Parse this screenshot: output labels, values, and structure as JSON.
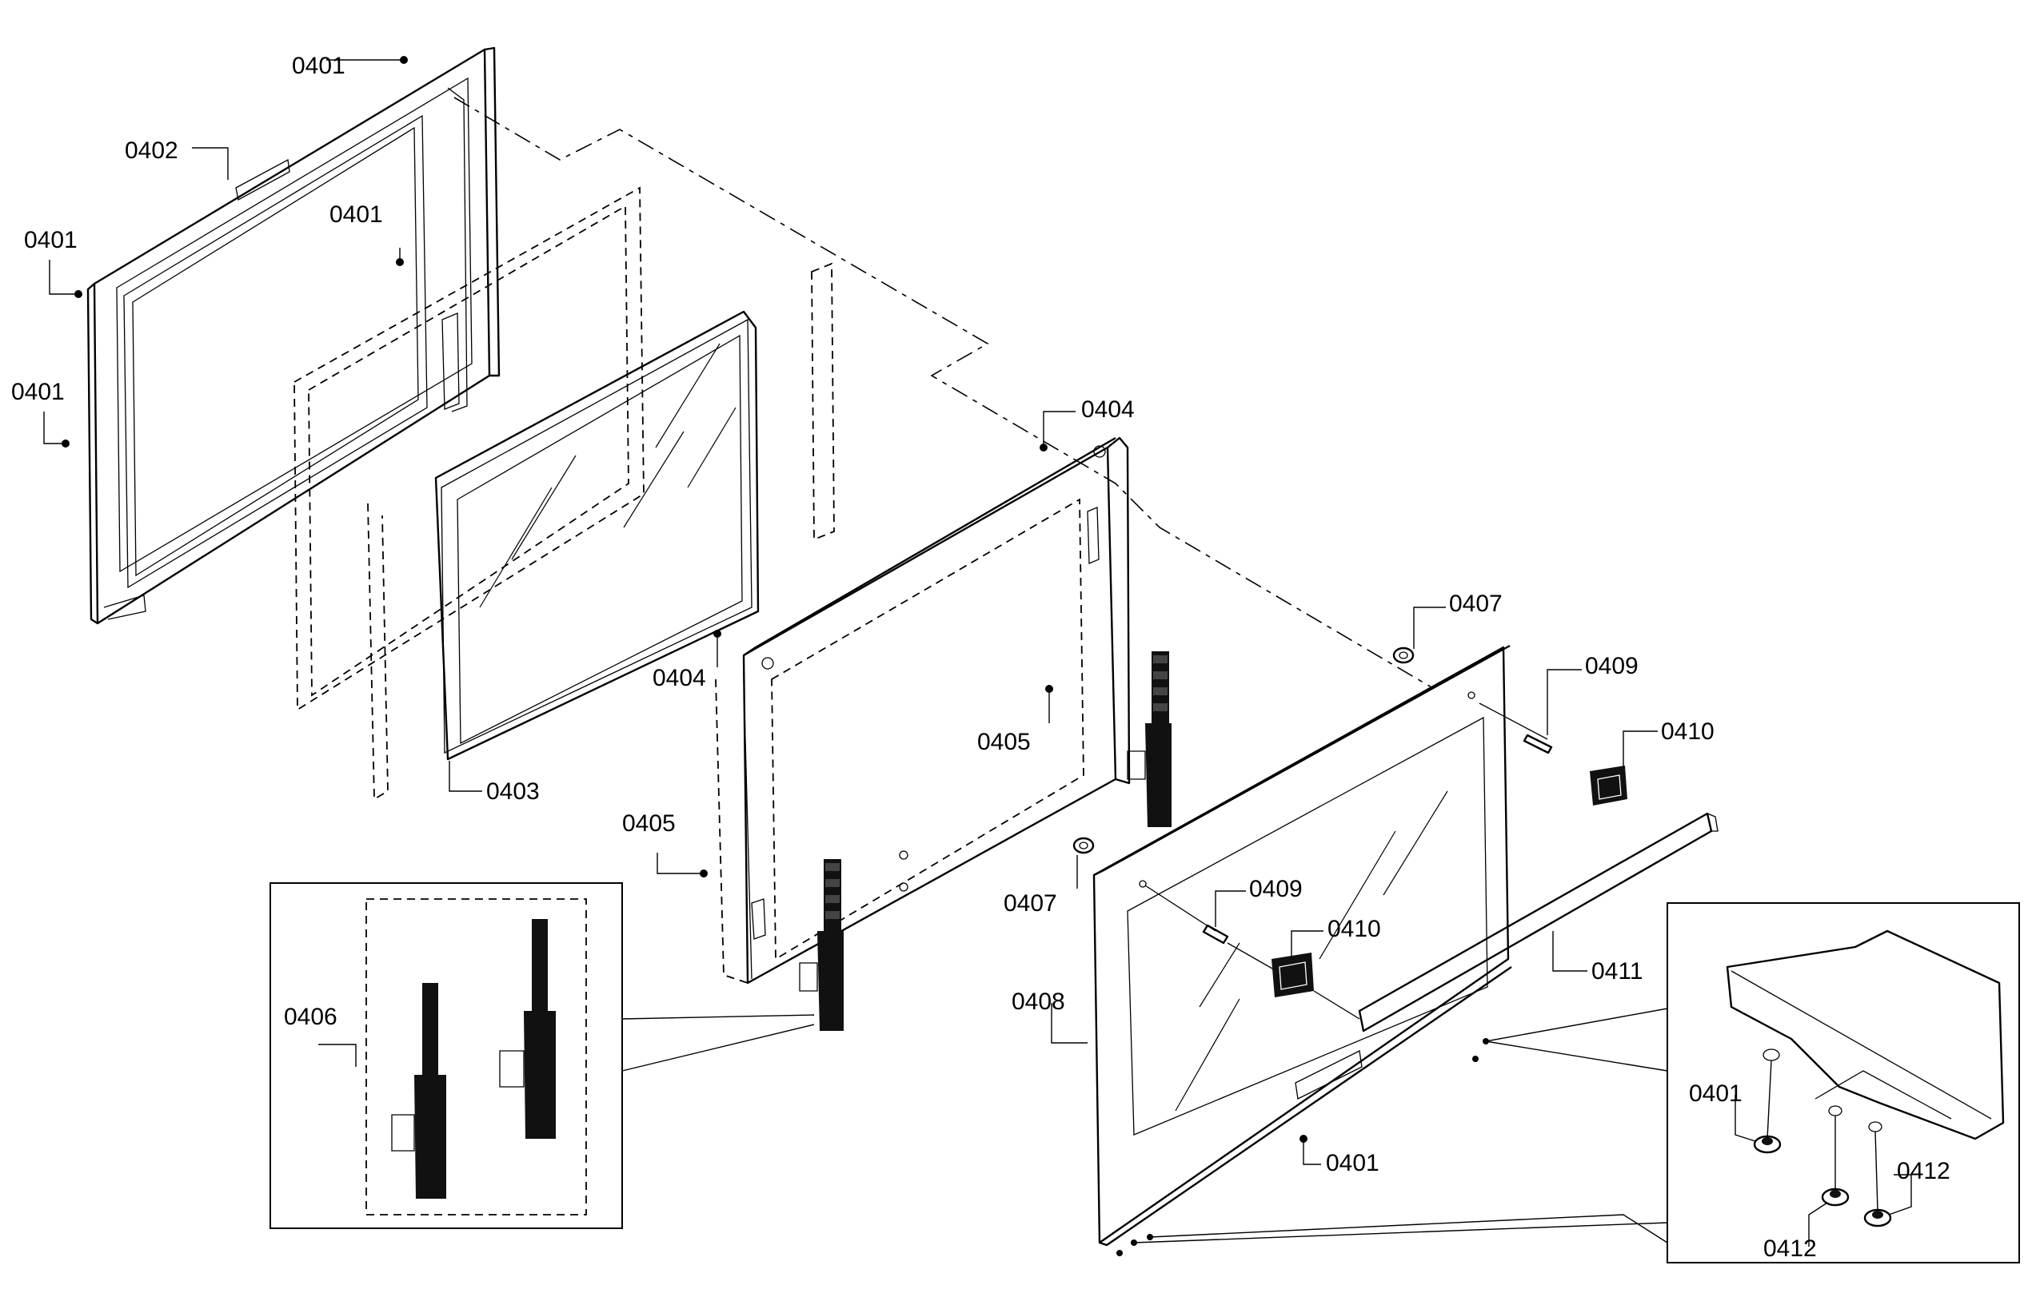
{
  "callouts": [
    {
      "id": "c1",
      "text": "0401"
    },
    {
      "id": "c2",
      "text": "0402"
    },
    {
      "id": "c3",
      "text": "0401"
    },
    {
      "id": "c4",
      "text": "0401"
    },
    {
      "id": "c5",
      "text": "0401"
    },
    {
      "id": "c6",
      "text": "0404"
    },
    {
      "id": "c7",
      "text": "0404"
    },
    {
      "id": "c8",
      "text": "0403"
    },
    {
      "id": "c9",
      "text": "0405"
    },
    {
      "id": "c10",
      "text": "0405"
    },
    {
      "id": "c11",
      "text": "0407"
    },
    {
      "id": "c12",
      "text": "0409"
    },
    {
      "id": "c13",
      "text": "0410"
    },
    {
      "id": "c14",
      "text": "0407"
    },
    {
      "id": "c15",
      "text": "0409"
    },
    {
      "id": "c16",
      "text": "0410"
    },
    {
      "id": "c17",
      "text": "0411"
    },
    {
      "id": "c18",
      "text": "0406"
    },
    {
      "id": "c19",
      "text": "0408"
    },
    {
      "id": "c20",
      "text": "0401"
    },
    {
      "id": "c21",
      "text": "0401"
    },
    {
      "id": "c22",
      "text": "0412"
    },
    {
      "id": "c23",
      "text": "0412"
    }
  ]
}
